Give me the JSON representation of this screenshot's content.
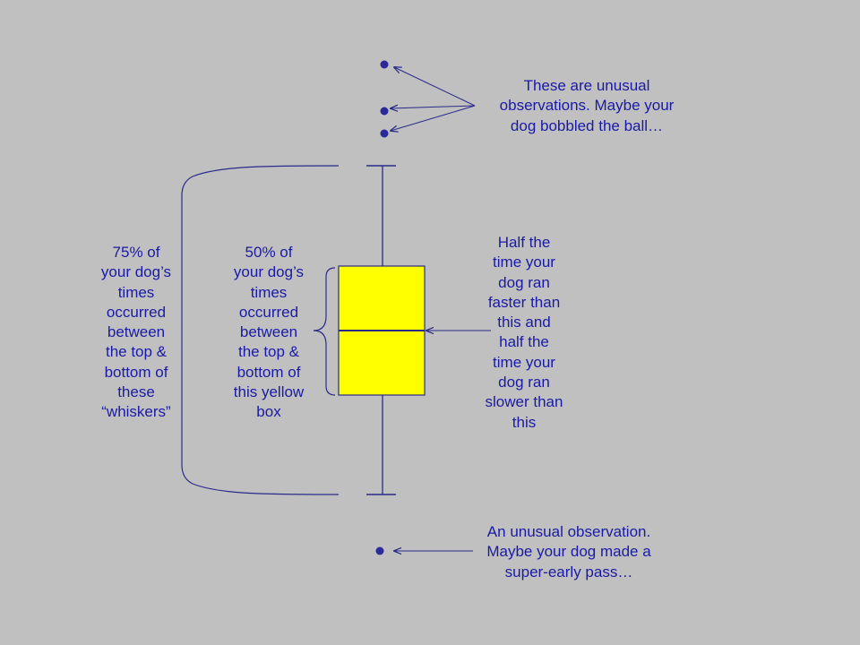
{
  "colors": {
    "background": "#c0c0c0",
    "ink": "#1a1aa6",
    "box_fill": "#ffff00",
    "box_edge": "#2a2a8a"
  },
  "annotations": {
    "outliers_top": "These are unusual\nobservations.  Maybe your\ndog bobbled the ball…",
    "median": "Half the\ntime your\ndog ran\nfaster than\nthis and\nhalf the\ntime your\ndog ran\nslower than\nthis",
    "outlier_bottom": "An unusual observation.\nMaybe your dog made a\nsuper-early pass…",
    "box": "50% of\nyour dog’s\ntimes\noccurred\nbetween\nthe top &\nbottom of\nthis yellow\nbox",
    "whiskers": "75% of\nyour dog’s\ntimes\noccurred\nbetween\nthe top &\nbottom of\nthese\n“whiskers”"
  }
}
